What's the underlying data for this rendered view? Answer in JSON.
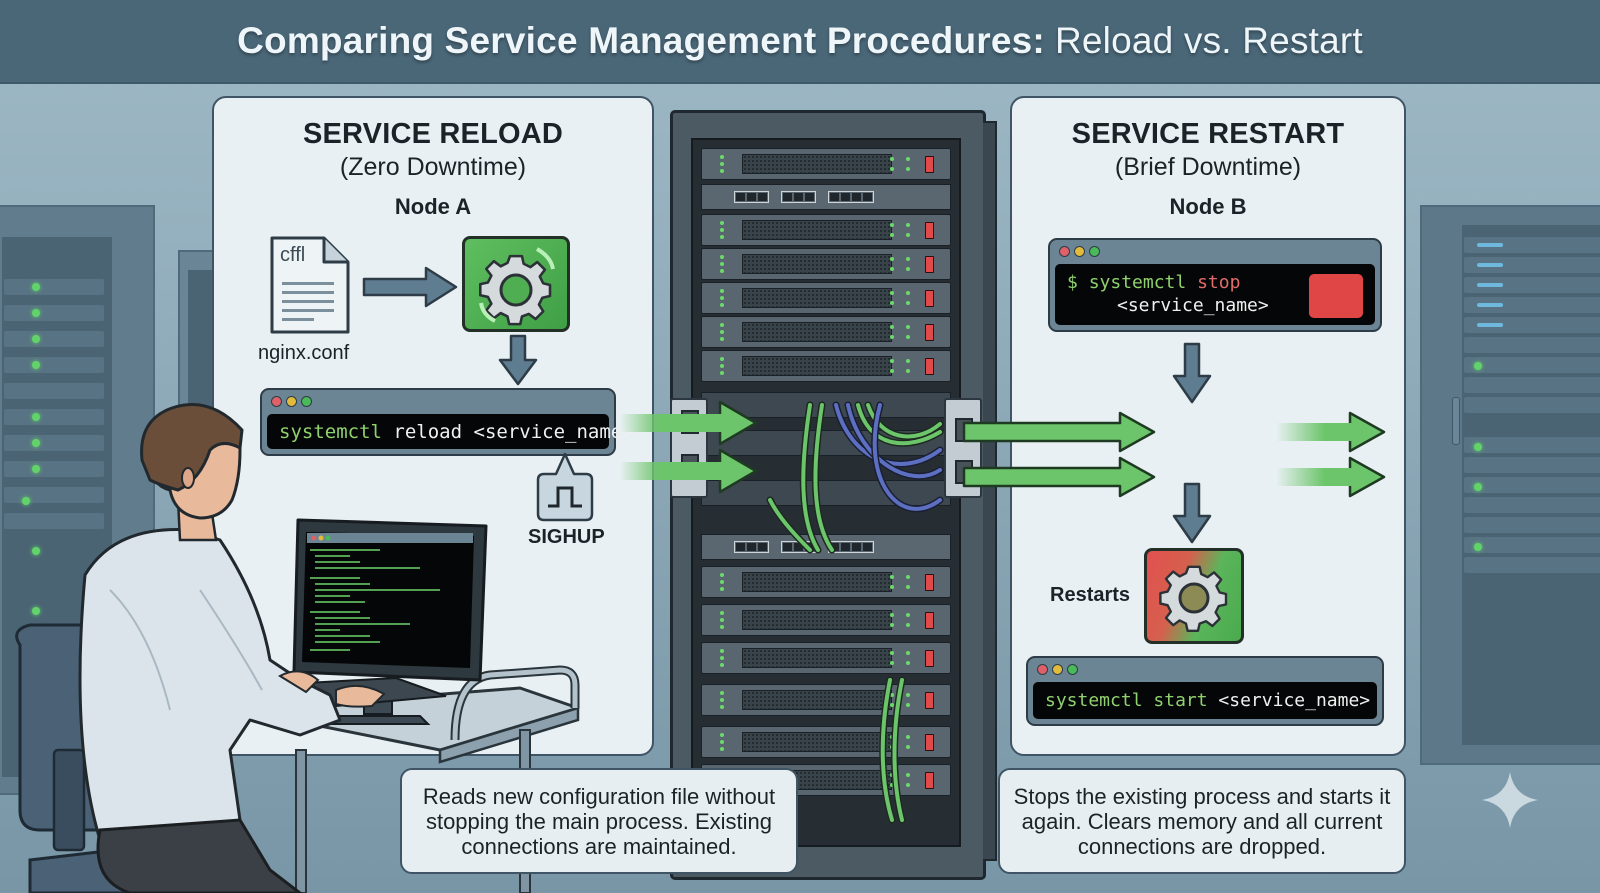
{
  "title": {
    "strong": "Comparing Service Management Procedures:",
    "light": "Reload vs. Restart"
  },
  "reload": {
    "heading": "SERVICE RELOAD",
    "subheading": "(Zero Downtime)",
    "node": "Node A",
    "file_glyph": "cffl",
    "file_name": "nginx.conf",
    "command": {
      "cmd": "systemctl",
      "verb": "reload",
      "arg": "<service_name>"
    },
    "signal_label": "SIGHUP",
    "caption": "Reads new configuration file without stopping the main process. Existing connections are maintained."
  },
  "restart": {
    "heading": "SERVICE RESTART",
    "subheading": "(Brief Downtime)",
    "node": "Node B",
    "stop_command": {
      "prompt": "$",
      "cmd": "systemctl",
      "verb": "stop",
      "arg": "<service_name>"
    },
    "restarts_label": "Restarts",
    "start_command": {
      "cmd": "systemctl",
      "verb": "start",
      "arg": "<service_name>"
    },
    "caption": "Stops the existing process and starts it again. Clears memory and all current connections are dropped."
  },
  "icons": {
    "file": "config-file-icon",
    "gear_reload": "gear-reload-icon",
    "gear_restart": "gear-restart-icon",
    "signal": "square-wave-signal-icon",
    "stop": "stop-square-icon",
    "watermark": "sparkle-icon"
  },
  "colors": {
    "title_bg": "#4a6778",
    "panel_bg": "#e8f0f3",
    "accent_green": "#4caf50",
    "flow_green": "#6cc56a",
    "stop_red": "#e04646",
    "arrow_slate": "#5e7d90",
    "terminal_bg": "#050607",
    "window_dot_red": "#e0606a",
    "window_dot_yellow": "#e3bb3c",
    "window_dot_green": "#49b95a"
  }
}
